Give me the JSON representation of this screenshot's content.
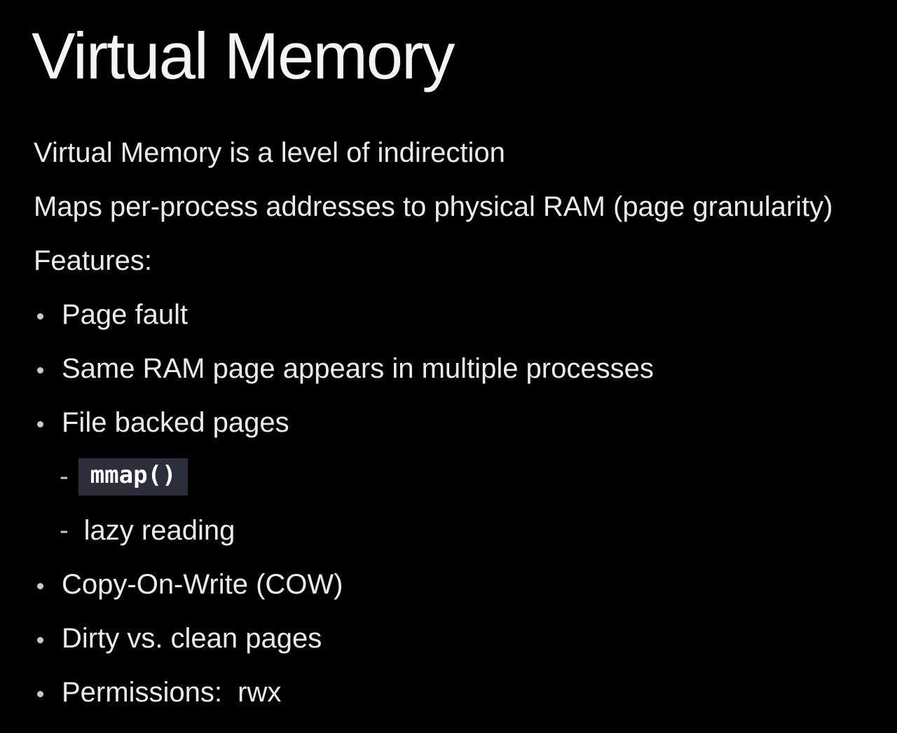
{
  "slide": {
    "title": "Virtual Memory",
    "intro_lines": [
      "Virtual Memory is a level of indirection",
      "Maps per-process addresses to physical RAM (page granularity)",
      "Features:"
    ],
    "sub_bullet_glyph": "-",
    "bullets": [
      {
        "label": "Page fault"
      },
      {
        "label": "Same RAM page appears in multiple processes"
      },
      {
        "label": "File backed pages",
        "children": [
          {
            "label": "mmap()",
            "style": "code"
          },
          {
            "label": "lazy reading",
            "style": "text"
          }
        ]
      },
      {
        "label": "Copy-On-Write (COW)"
      },
      {
        "label": "Dirty vs. clean pages"
      },
      {
        "label": "Permissions:  rwx"
      }
    ],
    "colors": {
      "background": "#000000",
      "text": "#ebebeb",
      "title": "#f4f4f4",
      "bullet": "#c9c9c9",
      "code_background": "#2b2f3c",
      "code_text": "#ffffff"
    }
  }
}
